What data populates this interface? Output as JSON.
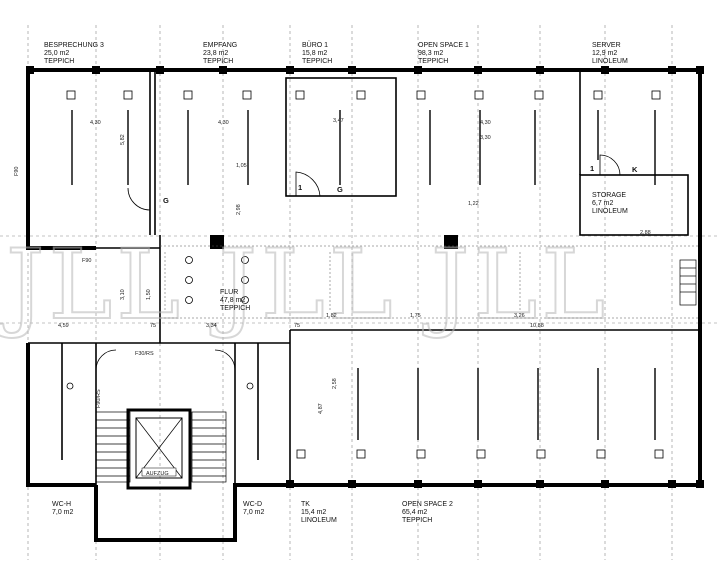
{
  "rooms_top": [
    {
      "name": "BESPRECHUNG 3",
      "area": "25,0 m2",
      "floor": "TEPPICH"
    },
    {
      "name": "EMPFANG",
      "area": "23,8 m2",
      "floor": "TEPPICH"
    },
    {
      "name": "BÜRO 1",
      "area": "15,8 m2",
      "floor": "TEPPICH"
    },
    {
      "name": "OPEN SPACE 1",
      "area": "98,3 m2",
      "floor": "TEPPICH"
    },
    {
      "name": "SERVER",
      "area": "12,9 m2",
      "floor": "LINOLEUM"
    }
  ],
  "rooms_bottom": [
    {
      "name": "WC-H",
      "area": "7,0 m2"
    },
    {
      "name": "WC-D",
      "area": "7,0 m2"
    },
    {
      "name": "TK",
      "area": "15,4 m2",
      "floor": "LINOLEUM"
    },
    {
      "name": "OPEN SPACE 2",
      "area": "65,4 m2",
      "floor": "TEPPICH"
    }
  ],
  "storage": {
    "name": "STORAGE",
    "area": "6,7 m2",
    "floor": "LINOLEUM"
  },
  "flur": {
    "name": "FLUR",
    "area": "47,8 m2",
    "floor": "TEPPICH"
  },
  "aufzug": "AUFZUG",
  "door_labels": {
    "g1": "G",
    "g2": "G",
    "k": "K",
    "one_a": "1",
    "one_b": "1"
  },
  "side_labels": {
    "f90_left": "F90",
    "f90_mid": "F90",
    "f30_door": "F30/RS",
    "f90_door": "F90/RS"
  },
  "dimensions": [
    "4,30",
    "4,30",
    "3,47",
    "4,30",
    "3,30",
    "1,05",
    "2,98",
    "1,22",
    "2,88",
    "4,59",
    "3,34",
    "1,82",
    "1,75",
    "3,26",
    "10,88",
    "4,87",
    "5,82",
    "3,10",
    "1,50",
    "2,58",
    "75",
    "75"
  ],
  "watermark": "JLL JLL JLL"
}
